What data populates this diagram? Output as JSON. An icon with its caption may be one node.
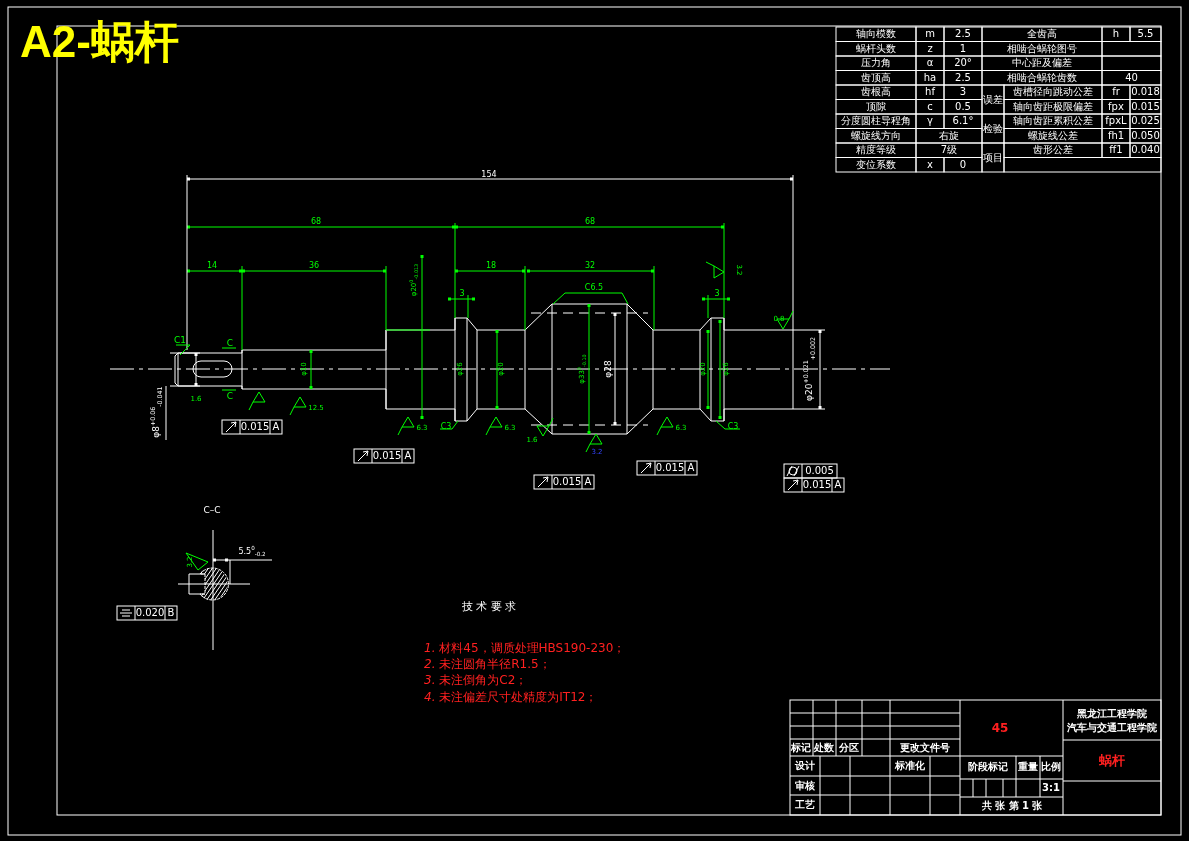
{
  "diagram": {
    "title": "A2-蜗杆",
    "labels": [
      "轴向模数",
      "m",
      "2.5",
      "全齿高",
      "h",
      "5.5",
      "蜗杆头数",
      "z",
      "1",
      "相啮合蜗轮图号",
      "压力角",
      "α",
      "20°",
      "中心距及偏差",
      "齿顶高",
      "ha",
      "2.5",
      "相啮合蜗轮齿数",
      "40",
      "齿根高",
      "hf",
      "3",
      "误差",
      "齿槽径向跳动公差",
      "fr",
      "0.018",
      "顶隙",
      "c",
      "0.5",
      "轴向齿距极限偏差",
      "fpx",
      "0.015",
      "分度圆柱导程角",
      "γ",
      "6.1°",
      "检验",
      "轴向齿距累积公差",
      "fpxL",
      "0.025",
      "螺旋线方向",
      "右旋",
      "螺旋线公差",
      "fh1",
      "0.050",
      "精度等级",
      "7级",
      "项目",
      "齿形公差",
      "ff1",
      "0.040",
      "变位系数",
      "x",
      "0",
      "154",
      "68",
      "68",
      "14",
      "36",
      "18",
      "32",
      "3",
      "3",
      "C6.5",
      "C1",
      "C",
      "C",
      "φ8$^{+0.06}$$_{-0.041}$",
      "φ10",
      "φ20$^{0}$$_{-0.013}$",
      "φ26",
      "φ20",
      "φ33$^{0}$$_{-0.10}$",
      "φ28",
      "φ20",
      "φ26",
      "φ20$^{+0.021}$$_{+0.002}$",
      "C3",
      "C3",
      "1.6",
      "12.5",
      "6.3",
      "6.3",
      "1.6",
      "3.2",
      "6.3",
      "3.2",
      "0.8",
      "0.015",
      "A",
      "0.015",
      "A",
      "0.015",
      "A",
      "0.015",
      "A",
      "0.005",
      "0.015",
      "A",
      "C–C",
      "5.5$^{0}$$_{-0.2}$",
      "3.2",
      "0.020",
      "B",
      "技 术 要 求",
      "*1.* 材料45，调质处理HBS190-230；",
      "*2.* 未注圆角半径R1.5；",
      "*3.* 未注倒角为C2；",
      "*4.* 未注偏差尺寸处精度为IT12；",
      "45",
      "黑龙江工程学院",
      "汽车与交通工程学院",
      "蜗杆",
      "标记",
      "处数",
      "分区",
      "更改文件号",
      "设计",
      "标准化",
      "阶段标记",
      "重量",
      "比例",
      "3:1",
      "审核",
      "工艺",
      "共 张 第 1 张"
    ]
  }
}
